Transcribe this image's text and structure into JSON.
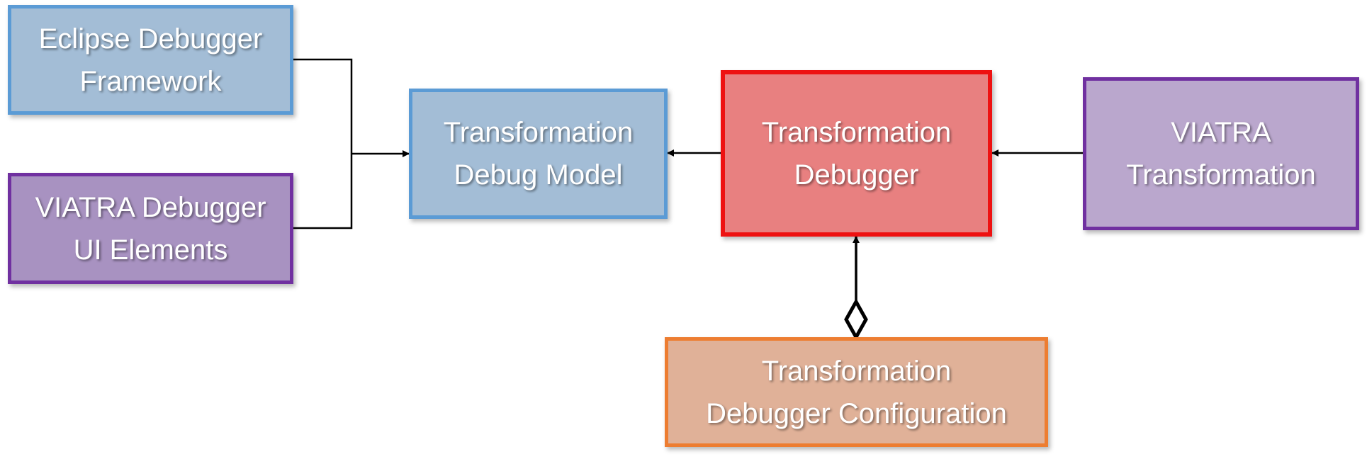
{
  "diagram": {
    "nodes": [
      {
        "id": "eclipse",
        "lines": [
          "Eclipse Debugger",
          "Framework"
        ]
      },
      {
        "id": "viatra_ui",
        "lines": [
          "VIATRA Debugger",
          "UI Elements"
        ]
      },
      {
        "id": "model",
        "lines": [
          "Transformation",
          "Debug Model"
        ]
      },
      {
        "id": "debugger",
        "lines": [
          "Transformation",
          "Debugger"
        ]
      },
      {
        "id": "viatra_tr",
        "lines": [
          "VIATRA",
          "Transformation"
        ]
      },
      {
        "id": "config",
        "lines": [
          "Transformation",
          "Debugger Configuration"
        ]
      }
    ],
    "edges": [
      {
        "from": "eclipse",
        "to": "model",
        "type": "arrow"
      },
      {
        "from": "viatra_ui",
        "to": "model",
        "type": "arrow"
      },
      {
        "from": "debugger",
        "to": "model",
        "type": "arrow"
      },
      {
        "from": "viatra_tr",
        "to": "debugger",
        "type": "arrow"
      },
      {
        "from": "config",
        "to": "debugger",
        "type": "aggregation-arrow"
      }
    ],
    "colors": {
      "blue_fill": "#a3bdd6",
      "blue_border": "#5b9bd5",
      "purple_fill": "#a892c1",
      "purple_border": "#7030a0",
      "light_purple_fill": "#baa7cd",
      "red_fill": "#e88080",
      "red_border": "#ee1111",
      "orange_fill": "#e0b198",
      "orange_border": "#ed7d31",
      "connector": "#000000"
    }
  }
}
